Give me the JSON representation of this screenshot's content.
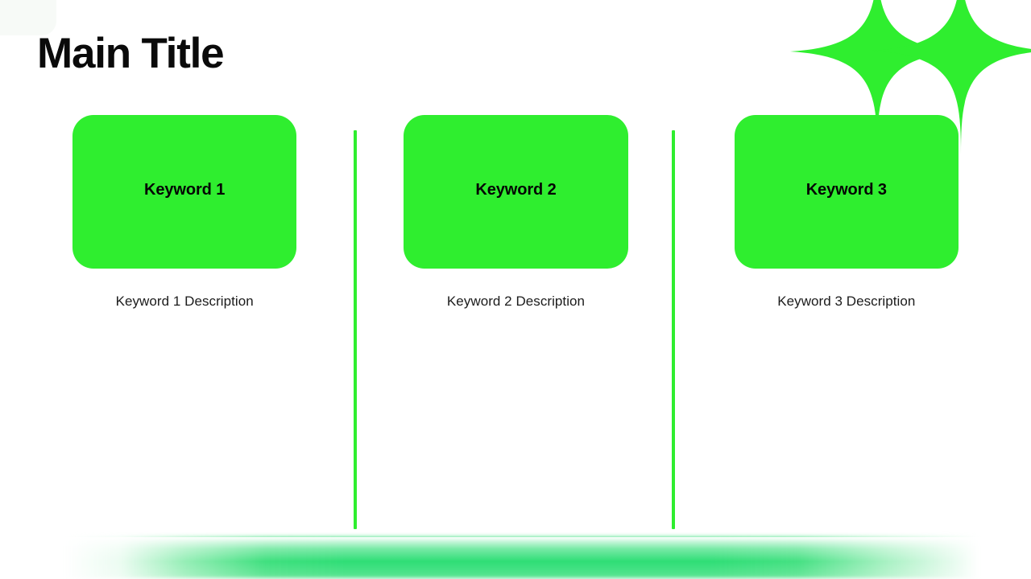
{
  "slide": {
    "title": "Main Title",
    "background_color": "#ffffff",
    "accent_color": "#2fee2f",
    "band_color": "#3ee07a",
    "text_color": "#0a0a0a"
  },
  "decorations": {
    "sparkle_left_name": "sparkle-icon",
    "sparkle_right_name": "sparkle-icon",
    "divider_name": "vertical-divider",
    "band_name": "bottom-gradient-band"
  },
  "columns": [
    {
      "keyword": "Keyword 1",
      "description": "Keyword 1 Description"
    },
    {
      "keyword": "Keyword 2",
      "description": "Keyword 2 Description"
    },
    {
      "keyword": "Keyword 3",
      "description": "Keyword 3 Description"
    }
  ]
}
